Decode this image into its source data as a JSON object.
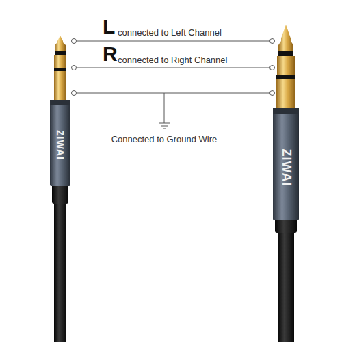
{
  "diagram": {
    "labels": [
      "L",
      "connected to Left Channel",
      "R",
      "connected to Right Channel",
      "Connected to Ground Wire",
      "ZIWAI",
      "ZIWAI"
    ]
  }
}
